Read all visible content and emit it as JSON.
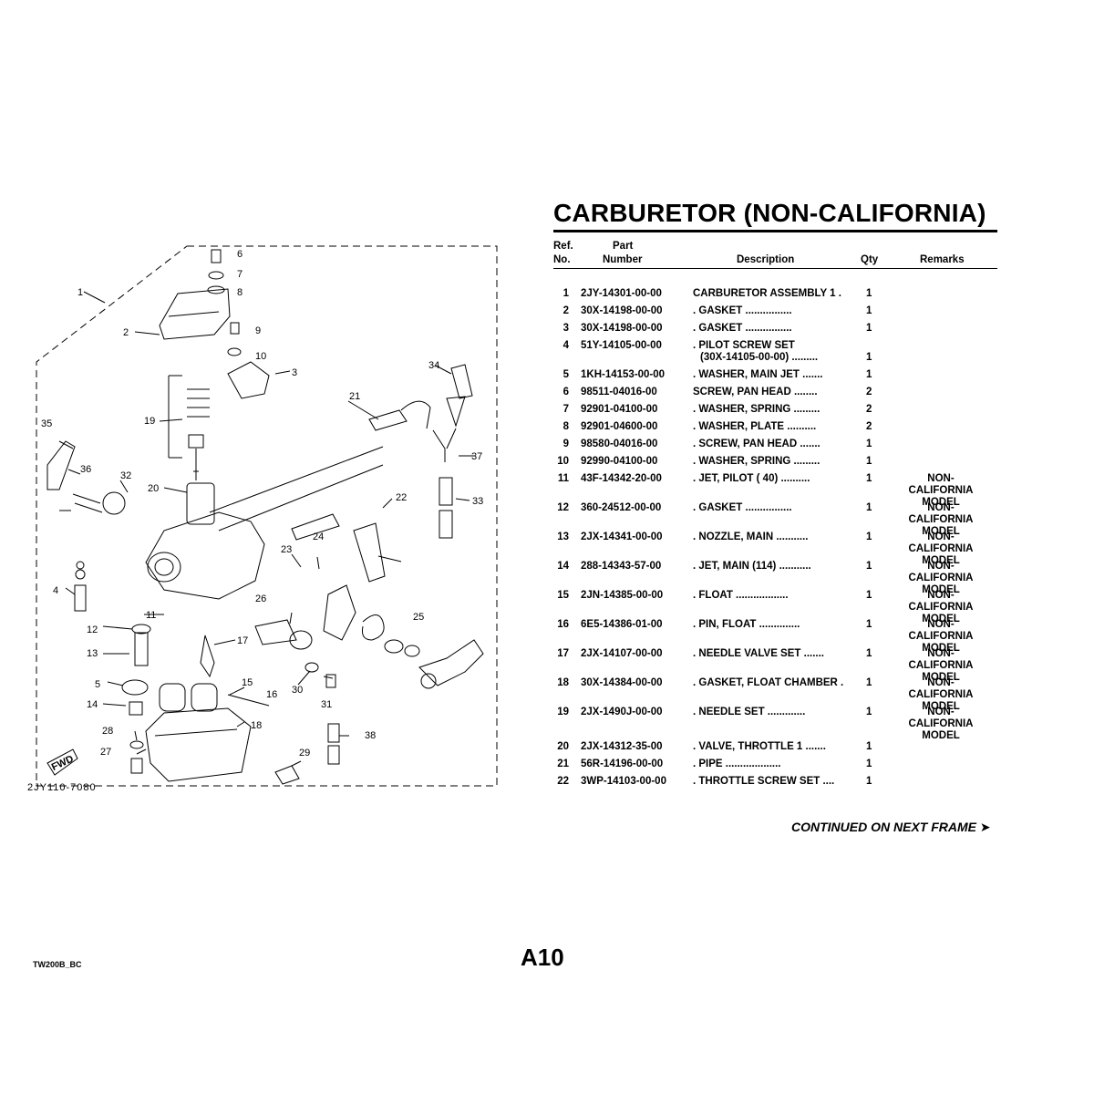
{
  "document": {
    "title": "CARBURETOR (NON-CALIFORNIA)",
    "diagram_code": "2JY110-7080",
    "continued": "CONTINUED ON NEXT FRAME ➤",
    "page_number": "A10",
    "footer_code": "TW200B_BC"
  },
  "diagram": {
    "callouts": [
      "1",
      "2",
      "3",
      "4",
      "5",
      "6",
      "7",
      "8",
      "9",
      "10",
      "11",
      "12",
      "13",
      "14",
      "15",
      "16",
      "17",
      "18",
      "19",
      "20",
      "21",
      "22",
      "23",
      "24",
      "25",
      "26",
      "27",
      "28",
      "29",
      "30",
      "31",
      "32",
      "33",
      "34",
      "35",
      "36",
      "37",
      "38"
    ],
    "fwd_label": "FWD"
  },
  "table": {
    "headers": {
      "ref_top": "Ref.",
      "ref_bottom": "No.",
      "part_top": "Part",
      "part_bottom": "Number",
      "description": "Description",
      "qty": "Qty",
      "remarks": "Remarks"
    },
    "rows": [
      {
        "ref": "1",
        "part": "2JY-14301-00-00",
        "desc": "CARBURETOR ASSEMBLY 1   .",
        "desc2": "",
        "qty": "1",
        "remarks": ""
      },
      {
        "ref": "2",
        "part": "30X-14198-00-00",
        "desc": ". GASKET   ................",
        "desc2": "",
        "qty": "1",
        "remarks": ""
      },
      {
        "ref": "3",
        "part": "30X-14198-00-00",
        "desc": ". GASKET   ................",
        "desc2": "",
        "qty": "1",
        "remarks": ""
      },
      {
        "ref": "4",
        "part": "51Y-14105-00-00",
        "desc": ". PILOT SCREW SET",
        "desc2": "(30X-14105-00-00)   .........",
        "qty": "1",
        "remarks": ""
      },
      {
        "ref": "5",
        "part": "1KH-14153-00-00",
        "desc": ". WASHER, MAIN JET   .......",
        "desc2": "",
        "qty": "1",
        "remarks": ""
      },
      {
        "ref": "6",
        "part": "98511-04016-00",
        "desc": "SCREW, PAN HEAD   ........",
        "desc2": "",
        "qty": "2",
        "remarks": ""
      },
      {
        "ref": "7",
        "part": "92901-04100-00",
        "desc": ". WASHER, SPRING   .........",
        "desc2": "",
        "qty": "2",
        "remarks": ""
      },
      {
        "ref": "8",
        "part": "92901-04600-00",
        "desc": ". WASHER, PLATE  ..........",
        "desc2": "",
        "qty": "2",
        "remarks": ""
      },
      {
        "ref": "9",
        "part": "98580-04016-00",
        "desc": ". SCREW, PAN HEAD   .......",
        "desc2": "",
        "qty": "1",
        "remarks": ""
      },
      {
        "ref": "10",
        "part": "92990-04100-00",
        "desc": ". WASHER, SPRING  .........",
        "desc2": "",
        "qty": "1",
        "remarks": ""
      },
      {
        "ref": "11",
        "part": "43F-14342-20-00",
        "desc": ". JET, PILOT ( 40)   ..........",
        "desc2": "",
        "qty": "1",
        "remarks": "NON-CALIFORNIA\nMODEL"
      },
      {
        "ref": "12",
        "part": "360-24512-00-00",
        "desc": ". GASKET   ................",
        "desc2": "",
        "qty": "1",
        "remarks": "NON-CALIFORNIA\nMODEL"
      },
      {
        "ref": "13",
        "part": "2JX-14341-00-00",
        "desc": ". NOZZLE, MAIN   ...........",
        "desc2": "",
        "qty": "1",
        "remarks": "NON-CALIFORNIA\nMODEL"
      },
      {
        "ref": "14",
        "part": "288-14343-57-00",
        "desc": ". JET, MAIN (114)  ...........",
        "desc2": "",
        "qty": "1",
        "remarks": "NON-CALIFORNIA\nMODEL"
      },
      {
        "ref": "15",
        "part": "2JN-14385-00-00",
        "desc": ". FLOAT  ..................",
        "desc2": "",
        "qty": "1",
        "remarks": "NON-CALIFORNIA\nMODEL"
      },
      {
        "ref": "16",
        "part": "6E5-14386-01-00",
        "desc": ". PIN, FLOAT   ..............",
        "desc2": "",
        "qty": "1",
        "remarks": "NON-CALIFORNIA\nMODEL"
      },
      {
        "ref": "17",
        "part": "2JX-14107-00-00",
        "desc": ". NEEDLE VALVE SET  .......",
        "desc2": "",
        "qty": "1",
        "remarks": "NON-CALIFORNIA\nMODEL"
      },
      {
        "ref": "18",
        "part": "30X-14384-00-00",
        "desc": ". GASKET, FLOAT CHAMBER   .",
        "desc2": "",
        "qty": "1",
        "remarks": "NON-CALIFORNIA\nMODEL"
      },
      {
        "ref": "19",
        "part": "2JX-1490J-00-00",
        "desc": ". NEEDLE SET  .............",
        "desc2": "",
        "qty": "1",
        "remarks": "NON-CALIFORNIA\nMODEL"
      },
      {
        "ref": "20",
        "part": "2JX-14312-35-00",
        "desc": ". VALVE, THROTTLE 1  .......",
        "desc2": "",
        "qty": "1",
        "remarks": ""
      },
      {
        "ref": "21",
        "part": "56R-14196-00-00",
        "desc": ". PIPE   ...................",
        "desc2": "",
        "qty": "1",
        "remarks": ""
      },
      {
        "ref": "22",
        "part": "3WP-14103-00-00",
        "desc": ". THROTTLE SCREW SET   ....",
        "desc2": "",
        "qty": "1",
        "remarks": ""
      }
    ]
  }
}
